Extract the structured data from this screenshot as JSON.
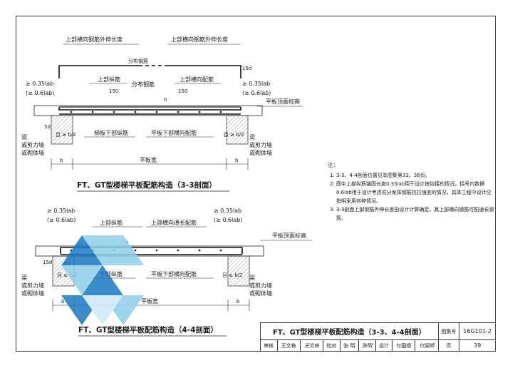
{
  "section_a": {
    "top_label_left": "上部横向钢筋外伸长度",
    "top_label_right": "上部横向钢筋外伸长度",
    "dist_top": "分布钢筋",
    "dim_15d": "15d",
    "anchor_left_1": "≥ 0.35lab",
    "anchor_left_2": "(≥ 0.6lab)",
    "anchor_right_1": "≥ 0.35lab",
    "anchor_right_2": "(≥ 0.6lab)",
    "upper_long": "上部纵筋",
    "upper_trans": "上部横向配筋",
    "dist_mid": "分布钢筋",
    "dim_150_left": "150",
    "dim_150_right": "150",
    "h": "h",
    "slab_top": "平板顶面标高",
    "dim_5d": "5d",
    "half_b": "且 ≥ b/2",
    "bot_long": "梯板下部纵筋",
    "bot_trans": "平板下部横向配筋",
    "support_left": [
      "梁",
      "或剪力墙",
      "或砌体墙"
    ],
    "support_right": [
      "梁",
      "或剪力墙",
      "或砌体墙"
    ],
    "dim_b": "b",
    "slab_width": "平板宽",
    "caption": "FT、GT型楼梯平板配筋构造（3-3剖面）"
  },
  "section_b": {
    "anchor_left_1": "≥ 0.35lab",
    "anchor_left_2": "(≥ 0.6lab)",
    "anchor_right_1": "≥ 0.35lab",
    "anchor_right_2": "(≥ 0.6lab)",
    "upper_long": "上部纵筋",
    "upper_trans": "上部横向通长配筋",
    "slab_top": "平板顶面标高",
    "dim_15d": "15d",
    "h": "h",
    "dim_5d": "5d",
    "half_b": "且 ≥ b/2",
    "bot_long": "下部纵筋",
    "bot_trans": "平板下部横向配筋",
    "support_left": [
      "梁",
      "或剪力墙",
      "或砌体墙"
    ],
    "support_right": [
      "梁",
      "或剪力墙",
      "或砌体墙"
    ],
    "dim_b": "b",
    "slab_width": "平板宽",
    "caption": "FT、GT型楼梯平板配筋构造（4-4剖面）"
  },
  "notes": {
    "heading": "注：",
    "items": [
      "3-3、4-4剖面位置见本图集第33、36页。",
      "图中上部纵筋锚固长度0.35lab用于设计按铰接的情况，括号内数据0.6lab用于设计考虑充分发挥钢筋抗拉强度的情况，具体工程中设计应指明采用何种情况。",
      "3-3剖面上部钢筋外伸长度由设计计算确定，其上部横向钢筋可配通长钢筋。"
    ]
  },
  "title_block": {
    "title": "FT、GT型楼梯平板配筋构造（3-3、4-4剖面）",
    "atlas_label": "图集号",
    "atlas_no": "16G101-2",
    "review_label": "审核",
    "reviewer": "王文栋",
    "reviewer_sig": "王文栋",
    "check_label": "校对",
    "checker": "张 明",
    "checker_sig": "张明",
    "design_label": "设计",
    "designer": "付国顺",
    "designer_sig": "付国顺",
    "page_label": "页",
    "page_no": "39"
  },
  "colors": {
    "line": "#1a1a1a",
    "watermark_dark": "#1a78c2",
    "watermark_light": "#8fd0ea"
  }
}
